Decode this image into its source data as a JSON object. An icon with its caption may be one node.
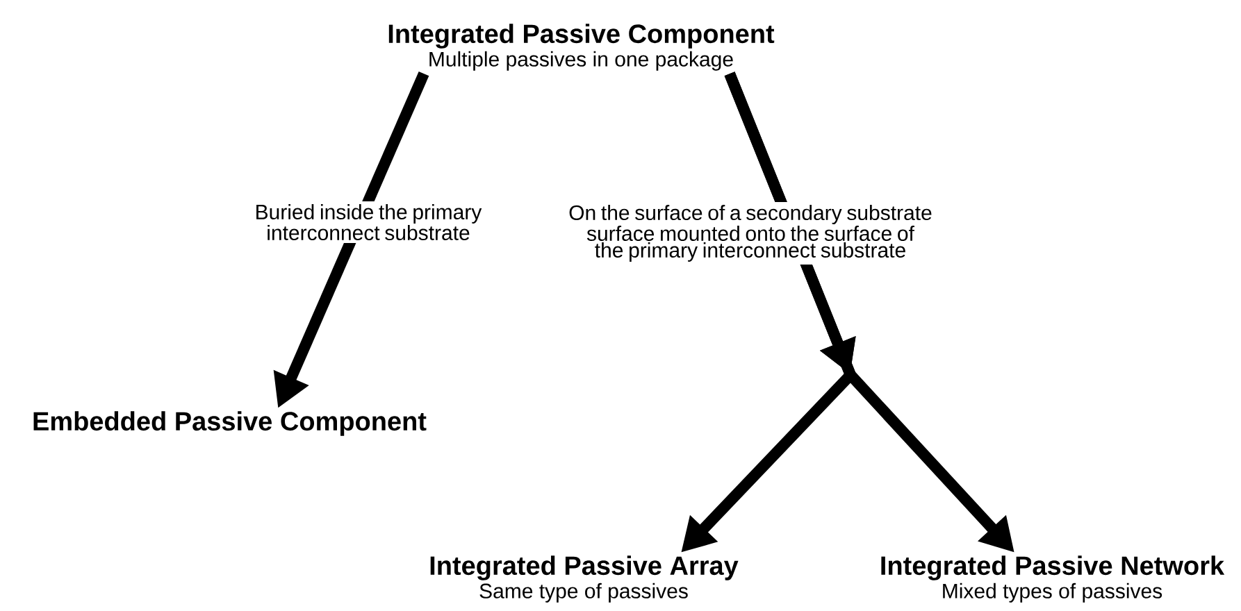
{
  "diagram": {
    "nodes": [
      {
        "text": [
          "Integrated Passive Component",
          "Multiple passives in one package"
        ]
      },
      {
        "text": [
          "Embedded Passive Component"
        ]
      },
      {
        "text": [
          "Integrated Passive Array",
          "Same type of passives"
        ]
      },
      {
        "text": [
          "Integrated Passive Network",
          "Mixed types of passives"
        ]
      }
    ],
    "edges": [
      {
        "from": 0,
        "to": 1,
        "arrow": "to",
        "label": "Buried inside the primary interconnect substrate"
      },
      {
        "from": 0,
        "to": 2,
        "arrow": "to",
        "label": "On the surface of a secondary substrate surface mounted onto the surface of the primary interconnect substrate"
      },
      {
        "from": 0,
        "to": 3,
        "arrow": "to"
      }
    ]
  }
}
